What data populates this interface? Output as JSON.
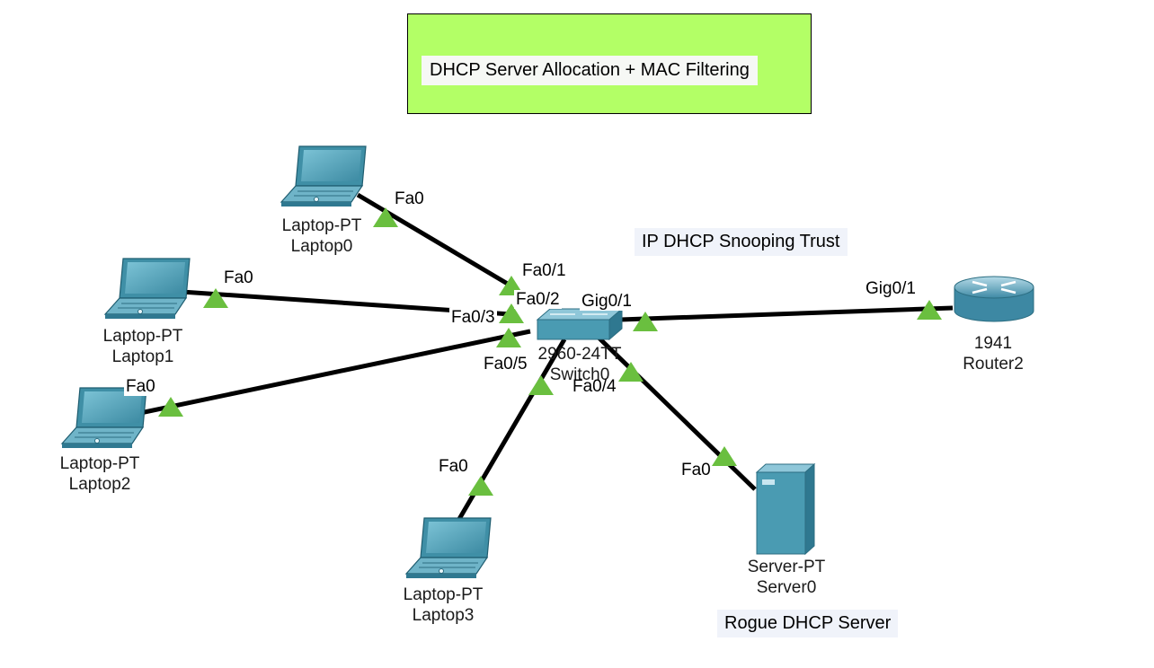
{
  "title": "DHCP Server Allocation + MAC Filtering",
  "notes": {
    "snooping_trust": "IP DHCP Snooping Trust",
    "rogue": "Rogue DHCP Server"
  },
  "devices": {
    "laptop0": {
      "model": "Laptop-PT",
      "name": "Laptop0"
    },
    "laptop1": {
      "model": "Laptop-PT",
      "name": "Laptop1"
    },
    "laptop2": {
      "model": "Laptop-PT",
      "name": "Laptop2"
    },
    "laptop3": {
      "model": "Laptop-PT",
      "name": "Laptop3"
    },
    "switch0": {
      "model": "2960-24TT",
      "name": "Switch0"
    },
    "router2": {
      "model": "1941",
      "name": "Router2"
    },
    "server0": {
      "model": "Server-PT",
      "name": "Server0"
    }
  },
  "ports": {
    "laptop0_fa0": "Fa0",
    "laptop1_fa0": "Fa0",
    "laptop2_fa0": "Fa0",
    "laptop3_fa0": "Fa0",
    "server0_fa0": "Fa0",
    "router2_gig": "Gig0/1",
    "sw_fa01": "Fa0/1",
    "sw_fa02": "Fa0/2",
    "sw_fa03": "Fa0/3",
    "sw_fa04": "Fa0/4",
    "sw_fa05": "Fa0/5",
    "sw_gig01": "Gig0/1"
  },
  "colors": {
    "title_bg": "#b3ff66",
    "link": "#000000",
    "link_up": "#66bb44",
    "device": "#4a9bb2"
  }
}
